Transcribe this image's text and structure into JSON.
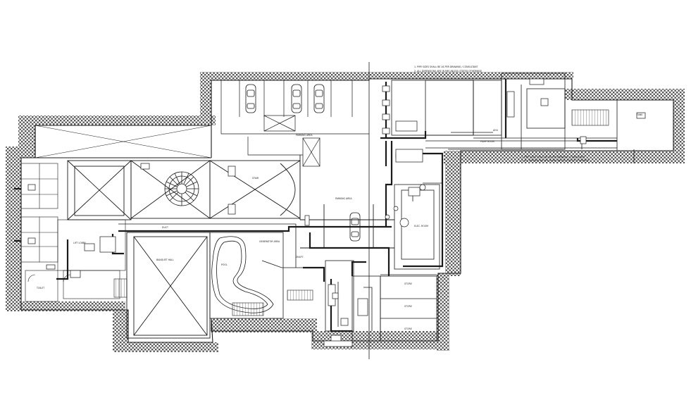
{
  "drawing": {
    "ink_color": "#1a1a1a",
    "hatch_color": "#555555",
    "background": "#ffffff"
  },
  "labels": {
    "parking_top": "PARKING AREA",
    "parking_mid": "PARKING AREA",
    "duct_top": "DUCT",
    "banquet_hall": "BANQUET HALL",
    "pool": "POOL",
    "generator_area": "GENERATOR AREA",
    "store_1": "STORE",
    "store_2": "STORE",
    "store_3": "STORE",
    "elec_room": "ELEC. ROOM",
    "stair_room": "STAIR",
    "lift_lobby": "LIFT LOBBY",
    "tank": "TANK",
    "pump_room": "PUMP ROOM",
    "ahu": "AHU",
    "shaft": "SHAFT",
    "toilet": "TOILET"
  },
  "notes": {
    "note_1": "1. PIPE SIZES SHALL BE AS PER DRAWING / CONSULTANT",
    "note_2": "2. ALL DIMENSIONS ARE IN MM UNLESS STATED OTHERWISE"
  }
}
